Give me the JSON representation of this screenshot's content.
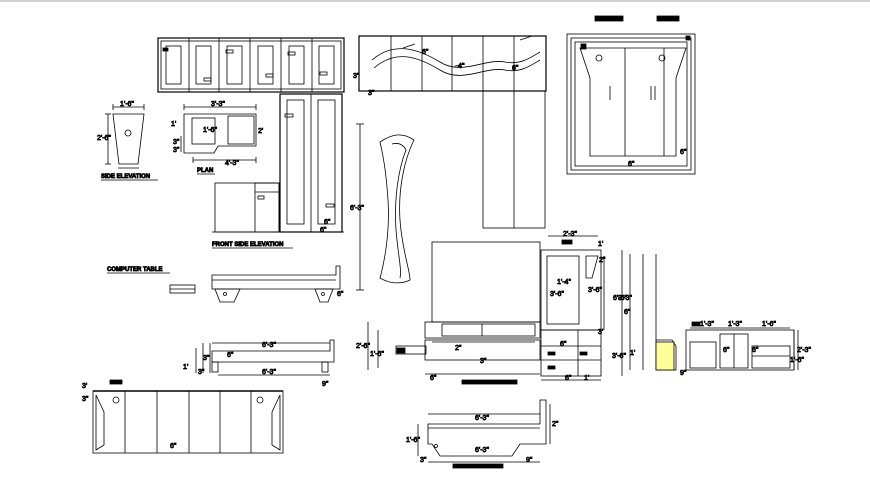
{
  "labels": {
    "side_elevation": "SIDE ELEVATION",
    "plan": "PLAN",
    "front_side_elevation": "FRONT SIDE ELEVATION",
    "computer_table": "COMPUTER TABLE"
  },
  "dimensions": {
    "side_width": "1'-6\"",
    "side_height": "2'-6\"",
    "plan_top": "3'-3\"",
    "plan_inner": "1'-6\"",
    "plan_left": "1'",
    "plan_right": "2'",
    "plan_left_lower1": "3\"",
    "plan_left_lower2": "3\"",
    "plan_bottom": "4'-3\"",
    "height_6": "6'-3\"",
    "top_3": "3\"",
    "top_6": "6\"",
    "top_4": "4\"",
    "wardrobe_6": "6\"",
    "wardrobe_bottom": "6\"",
    "desk_top": "6'-3\"",
    "desk_bottom": "6'-3\"",
    "desk_left1": "1'",
    "desk_left2": "3\"",
    "desk_left3": "3\"",
    "desk_mid": "6\"",
    "desk_right": "9\"",
    "table_right": "6\"",
    "bed_left": "2'-6\"",
    "bed_left2": "1'-6\"",
    "bed_mid": "3\"",
    "bed_bottom": "6\"",
    "bed_2": "2\"",
    "dresser_top": "2'-3\"",
    "dresser_1": "1'-4\"",
    "dresser_2": "3'-6\"",
    "dresser_3": "3'-6\"",
    "dresser_4": "2\"",
    "dresser_5": "3'-6\"",
    "dresser_6": "6\"",
    "dresser_7": "1'",
    "dresser_right": "6'-6\"",
    "dresser_right2": "6\"",
    "side_r_1": "1'",
    "side_r_2": "3'-3\"",
    "side_r_bottom": "9\"",
    "unit_top1": "1'-3\"",
    "unit_top2": "1'-3\"",
    "unit_top3": "1'-6\"",
    "unit_mid": "6\"",
    "unit_mid2": "6\"",
    "unit_r1": "2'-3\"",
    "unit_r2": "1'-6\"",
    "lower_top": "6'-3\"",
    "lower_bottom": "6'-3\"",
    "lower_left": "1'-6\"",
    "lower_b1": "3\"",
    "lower_b2": "9\"",
    "lower_b3": "2\"",
    "panel_top": "1'",
    "panel_left": "3'",
    "panel_mid": "6\"",
    "wide_left": "3'",
    "wide_mid": "6\"",
    "frame_br": "6\"",
    "frame_bottom": "6\"",
    "corner_top_a": "3\"",
    "corner_top_b": "6\"",
    "corner_left": "3\""
  },
  "colors": {
    "line": "#000000",
    "highlight": "#ffff99",
    "background": "#ffffff"
  }
}
